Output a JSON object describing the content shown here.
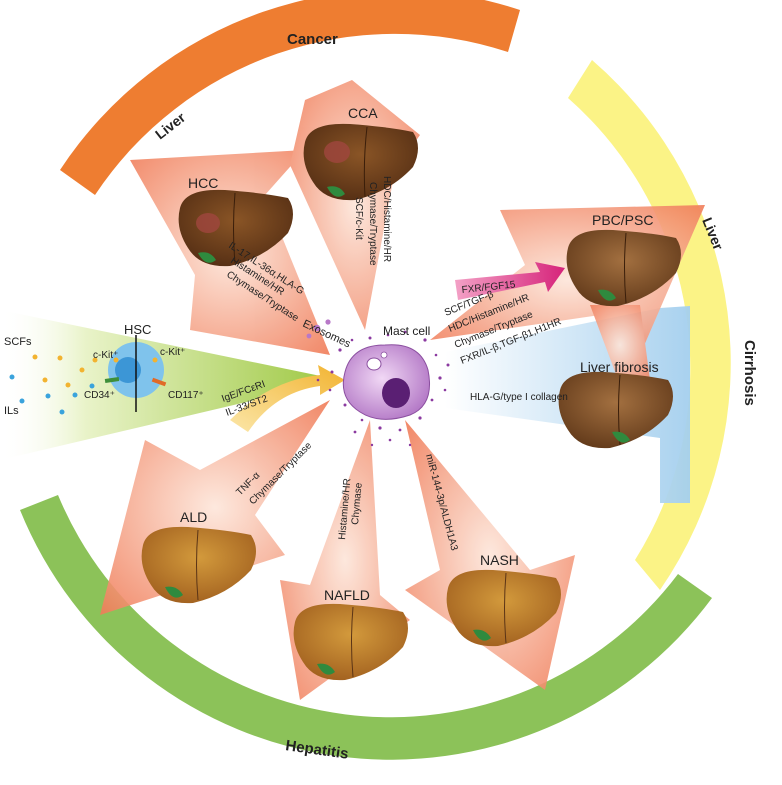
{
  "arcs": {
    "cancer": "Cancer",
    "liver_top": "Liver",
    "liver_right": "Liver",
    "cirrhosis": "Cirrhosis",
    "hepatitis": "Hepatitis"
  },
  "diseases": {
    "hcc": "HCC",
    "cca": "CCA",
    "pbc_psc": "PBC/PSC",
    "liver_fibrosis": "Liver fibrosis",
    "ald": "ALD",
    "nafld": "NAFLD",
    "nash": "NASH"
  },
  "center": {
    "mast_cell": "Mast cell",
    "exosomes": "Exosomes"
  },
  "hsc": {
    "title": "HSC",
    "scfs": "SCFs",
    "ils": "ILs",
    "ckit_left": "c-Kit⁺",
    "ckit_right": "c-Kit⁺",
    "cd34": "CD34⁺",
    "cd117": "CD117⁺",
    "ige": "IgE/FCεRI",
    "il33": "IL-33/ST2"
  },
  "mediators": {
    "hcc_1": "IL-17,IL-36α,HLA-G",
    "hcc_2": "Histamine/HR",
    "hcc_3": "Chymase/Tryptase",
    "cca_1": "HDC/Histamine/HR",
    "cca_2": "Chymase/Tryptase",
    "cca_3": "SCF/c-Kit",
    "fxr": "FXR/FGF15",
    "pbc_1": "SCF/TGF-β",
    "pbc_2": "HDC/Histamine/HR",
    "pbc_3": "Chymase/Tryptase",
    "pbc_4": "FXR/IL-β,TGF-β1,H1HR",
    "fibrosis": "HLA-G/type I collagen",
    "ald_1": "TNF-α",
    "ald_2": "Chymase/Tryptase",
    "nafld_1": "Histamine/HR",
    "nafld_2": "Chymase",
    "nash_1": "miR-144-3p/ALDH1A3"
  },
  "colors": {
    "cancer_arc": "#ee7d31",
    "cirrhosis_arc": "#fbf386",
    "hepatitis_arc": "#8cc259",
    "fibrosis_band": "#a9d3ef",
    "arrow": "#f08a68",
    "liver_dark": "#6b3b1a",
    "liver_light": "#b77a2a",
    "mast_cell": "#c892d6"
  }
}
